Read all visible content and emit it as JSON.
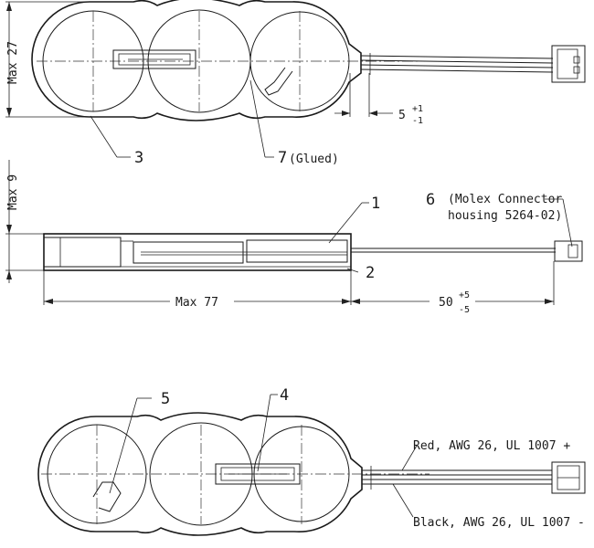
{
  "dimensions": {
    "max_height_top": "Max 27",
    "lead_offset": "5",
    "lead_offset_tol_plus": "+1",
    "lead_offset_tol_minus": "-1",
    "max_thickness": "Max 9",
    "max_length": "Max 77",
    "lead_length": "50",
    "lead_length_tol_plus": "+5",
    "lead_length_tol_minus": "-5"
  },
  "callouts": {
    "c1": "1",
    "c2": "2",
    "c3": "3",
    "c4": "4",
    "c5": "5",
    "c6": "6",
    "c7": "7",
    "c7_note": "(Glued)",
    "c6_note_line1": "(Molex Connector",
    "c6_note_line2": "housing 5264-02)"
  },
  "wires": {
    "red": "Red, AWG 26, UL 1007 +",
    "black": "Black, AWG 26, UL 1007 -"
  }
}
